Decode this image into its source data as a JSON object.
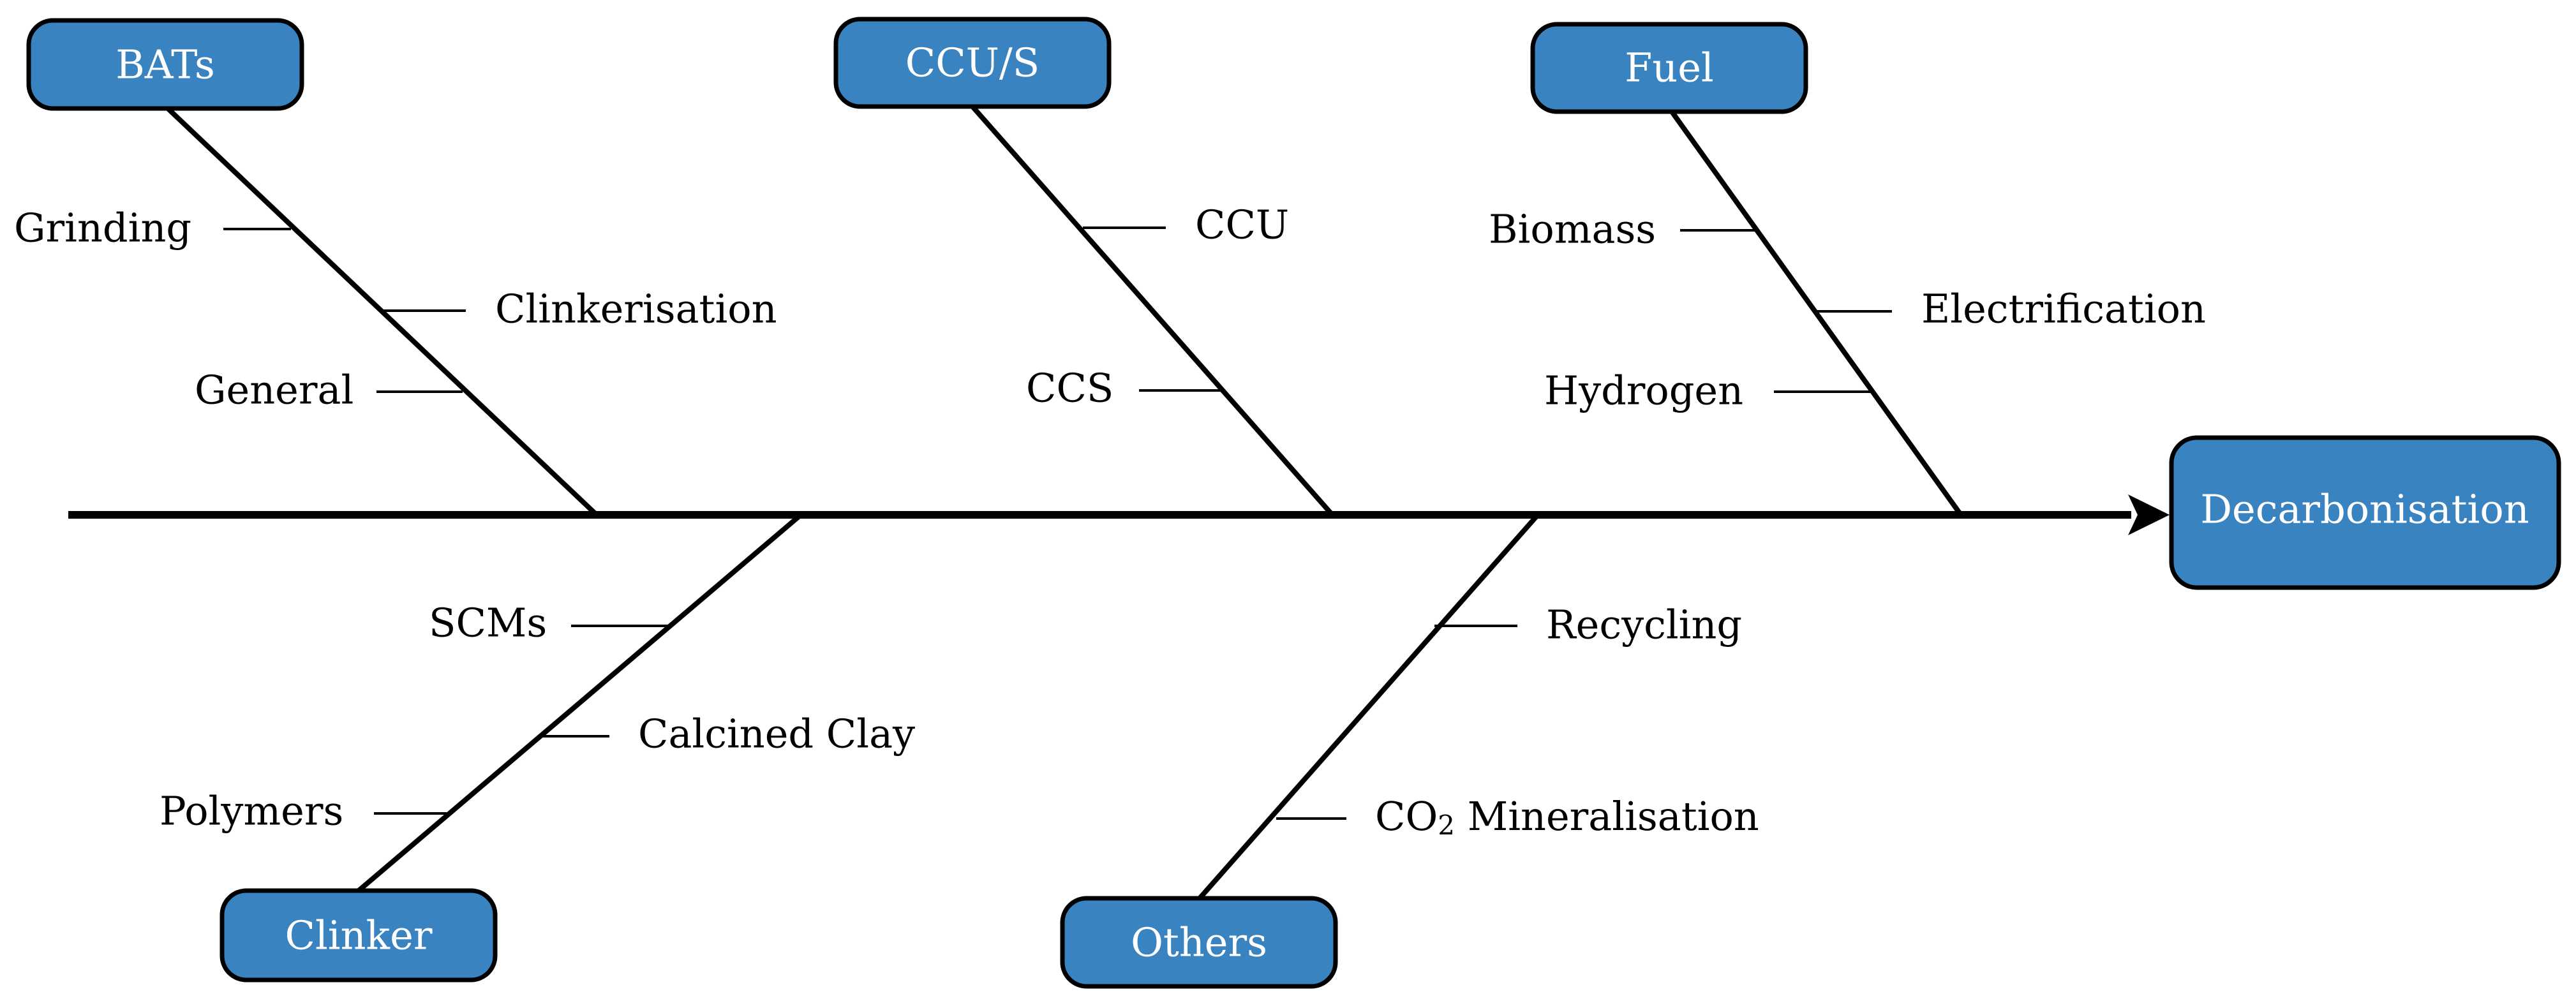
{
  "effect": "Decarbonisation",
  "categories": {
    "bats": {
      "label": "BATs",
      "causes": [
        "Grinding",
        "Clinkerisation",
        "General"
      ]
    },
    "ccus": {
      "label": "CCU/S",
      "causes": [
        "CCU",
        "CCS"
      ]
    },
    "fuel": {
      "label": "Fuel",
      "causes": [
        "Biomass",
        "Electrification",
        "Hydrogen"
      ]
    },
    "clinker": {
      "label": "Clinker",
      "causes": [
        "SCMs",
        "Calcined Clay",
        "Polymers"
      ]
    },
    "others": {
      "label": "Others",
      "causes": [
        "Recycling"
      ]
    }
  },
  "co2_mineralisation": {
    "prefix": "CO",
    "subscript": "2",
    "suffix": " Mineralisation"
  },
  "colors": {
    "box_fill": "#3a83c1",
    "box_stroke": "#000000",
    "line": "#000000",
    "box_text": "#ffffff"
  }
}
